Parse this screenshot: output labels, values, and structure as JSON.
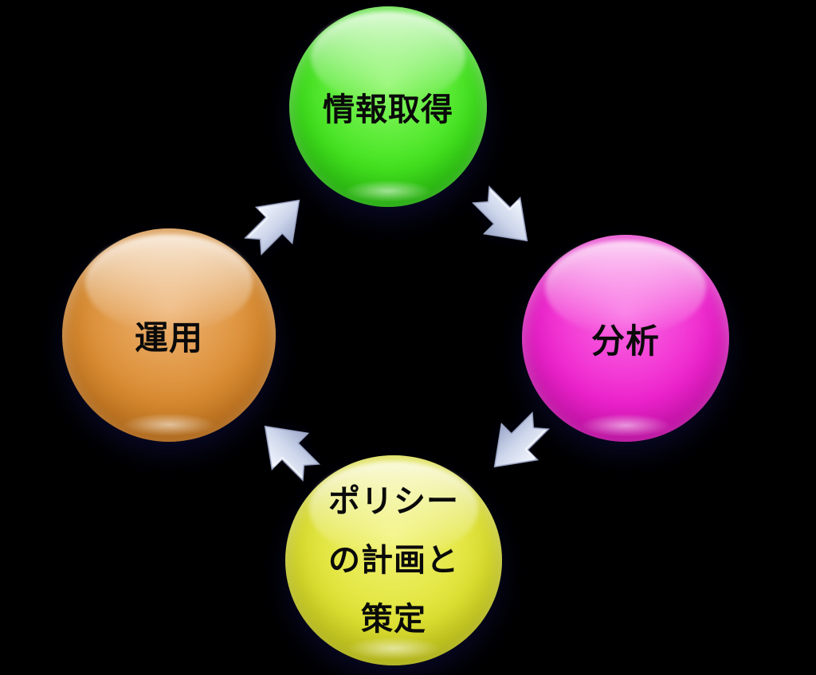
{
  "diagram": {
    "type": "cycle",
    "background_color": "#000000",
    "arrow_color": "#ccd5ea",
    "nodes": [
      {
        "id": "information-acquisition",
        "label": "情報取得",
        "color": "#3fe01c",
        "position": "top"
      },
      {
        "id": "analysis",
        "label": "分析",
        "color": "#ee22cc",
        "position": "right"
      },
      {
        "id": "policy-planning",
        "label": "ポリシー\nの計画と\n策定",
        "color": "#dde02c",
        "position": "bottom"
      },
      {
        "id": "operation",
        "label": "運用",
        "color": "#d98a2e",
        "position": "left"
      }
    ],
    "arrows": [
      {
        "from": "information-acquisition",
        "to": "analysis"
      },
      {
        "from": "analysis",
        "to": "policy-planning"
      },
      {
        "from": "policy-planning",
        "to": "operation"
      },
      {
        "from": "operation",
        "to": "information-acquisition"
      }
    ]
  }
}
